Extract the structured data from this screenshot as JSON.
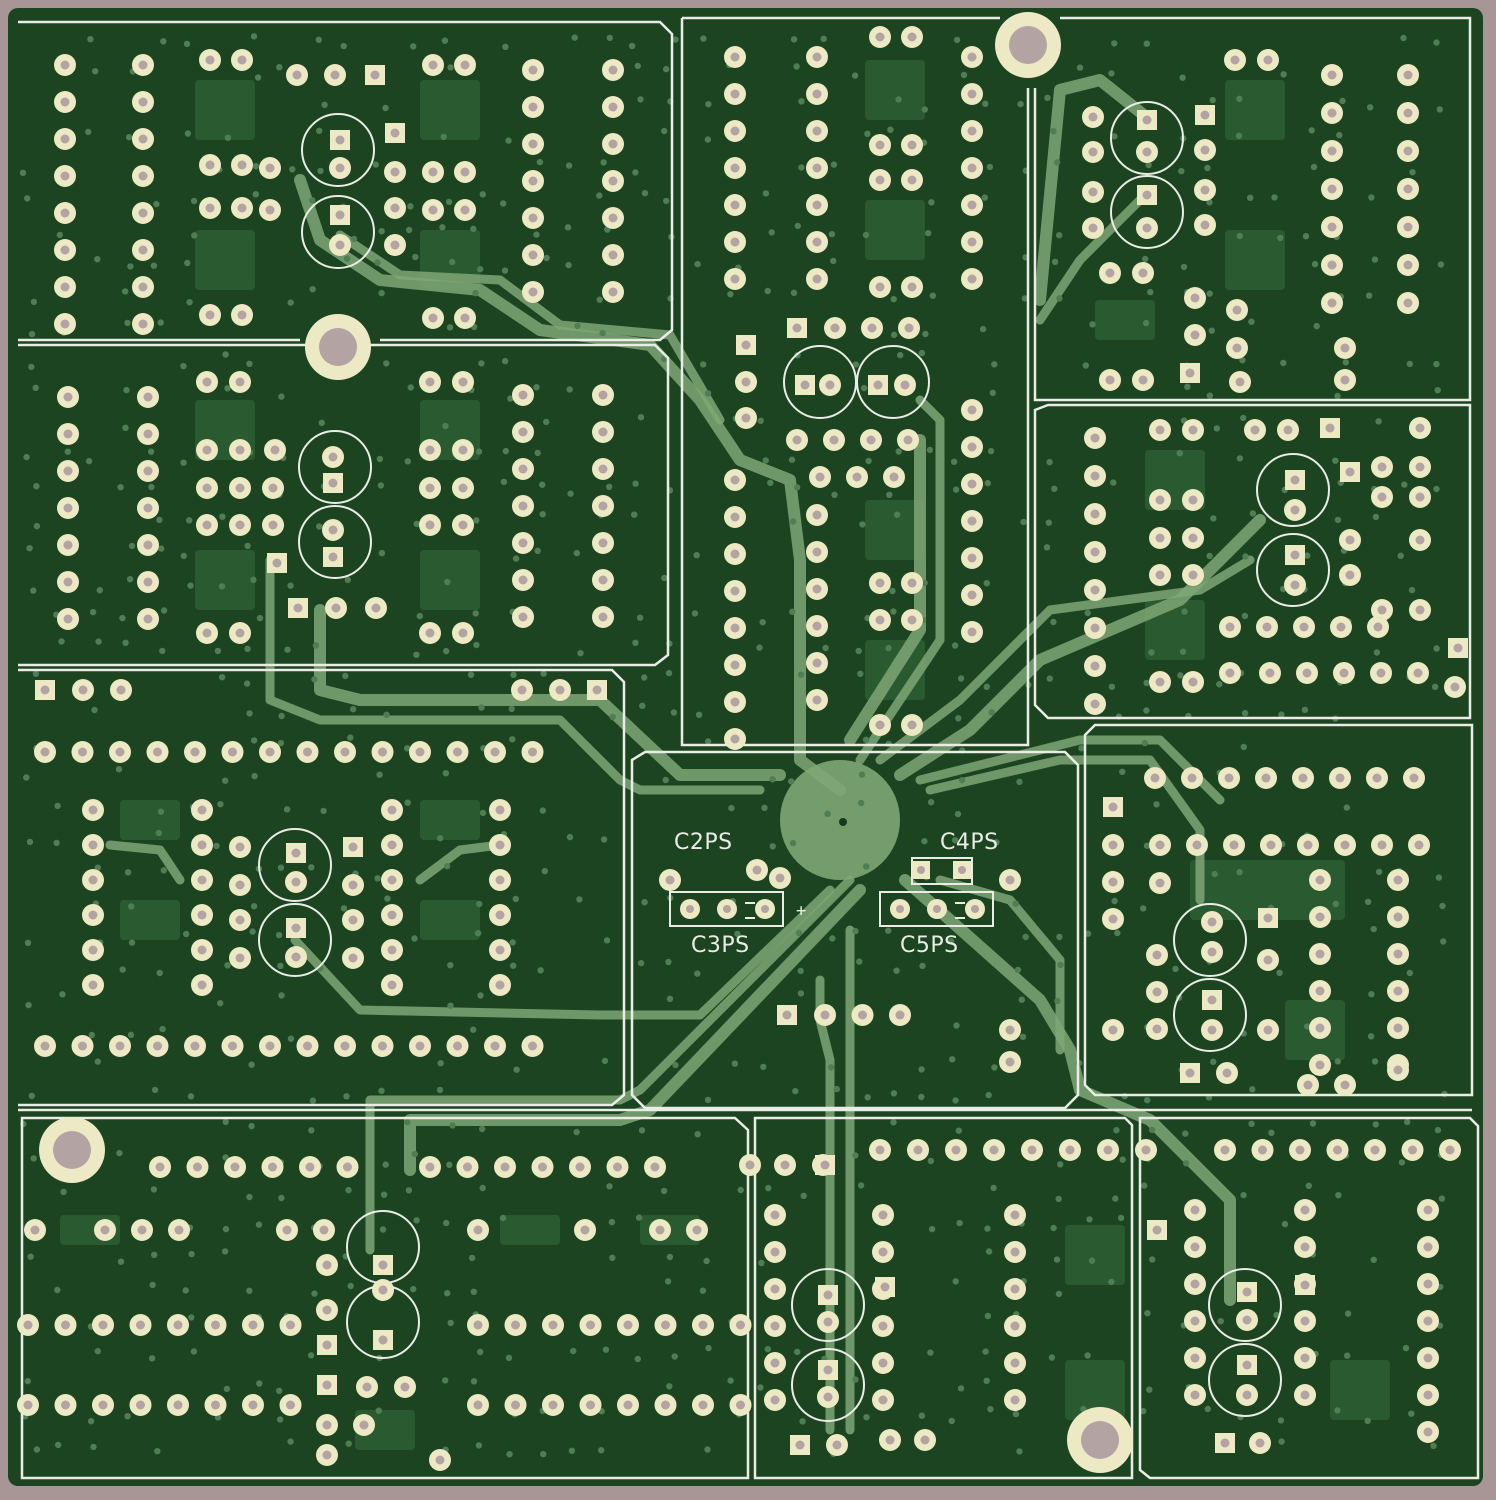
{
  "board": {
    "colors": {
      "background": "#a89595",
      "substrate": "#1d4421",
      "copper_pour": "#2a5a2f",
      "trace": "#7fa676",
      "silkscreen": "#e9ede6",
      "pad": "#ece9c4",
      "drill": "#b4a3a3",
      "via": "#4f7d54"
    },
    "labels": {
      "c2ps": "C2PS",
      "c3ps": "C3PS",
      "c4ps": "C4PS",
      "c5ps": "C5PS"
    },
    "polarity_mark": "+",
    "icons": {
      "mounting_hole": "mounting-hole-icon",
      "electrolytic_capacitor": "electrolytic-capacitor-icon",
      "through_hole_pad": "through-hole-pad-icon",
      "via": "via-icon"
    }
  }
}
